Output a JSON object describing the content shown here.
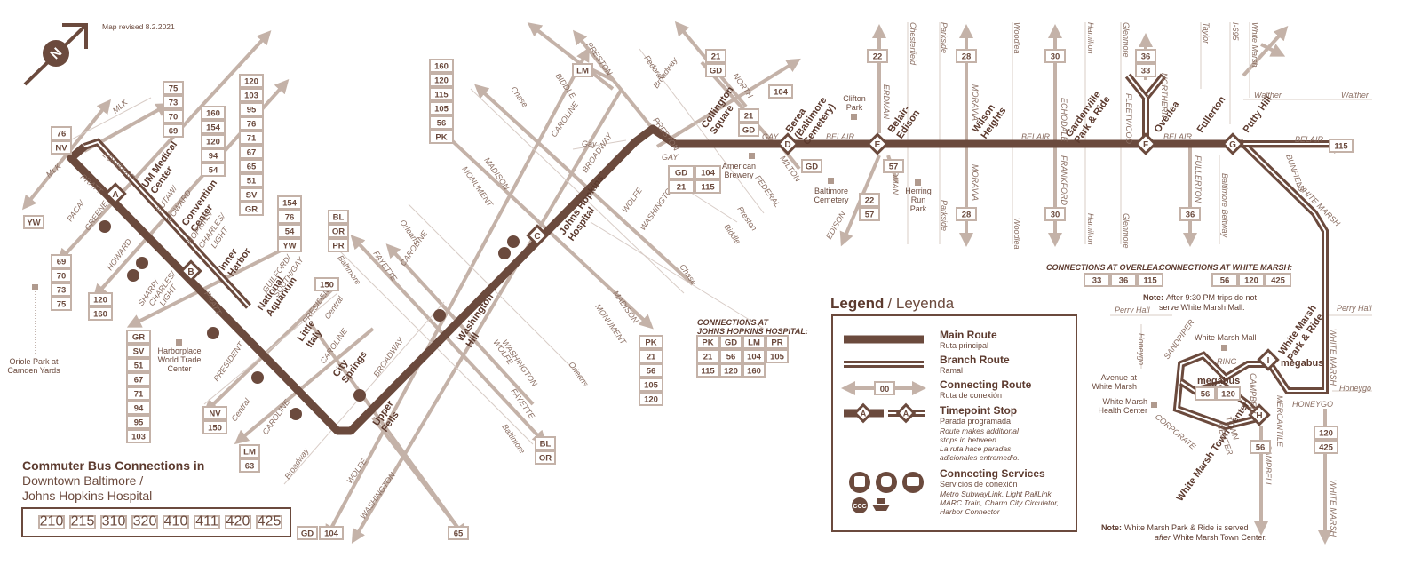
{
  "map_revised": "Map revised 8.2.2021",
  "title": "Commuter Bus Connections in",
  "subtitle_1": "Downtown Baltimore /",
  "subtitle_2": "Johns Hopkins Hospital",
  "routes": [
    "210",
    "215",
    "310",
    "320",
    "410",
    "411",
    "420",
    "425"
  ],
  "legend": {
    "heading": "Legend",
    "heading_es": "/ Leyenda",
    "main_route": "Main Route",
    "main_route_es": "Ruta principal",
    "branch_route": "Branch Route",
    "branch_route_es": "Ramal",
    "connecting_route": "Connecting Route",
    "connecting_route_es": "Ruta de conexión",
    "connecting_route_box": "00",
    "timepoint_stop": "Timepoint Stop",
    "timepoint_stop_es": "Parada programada",
    "timepoint_note_1": "Route makes additional",
    "timepoint_note_2": "stops in between.",
    "timepoint_note_3": "La ruta hace paradas",
    "timepoint_note_4": "adicionales entremedio.",
    "timepoint_letter": "A",
    "connecting_services": "Connecting Services",
    "connecting_services_es": "Servicios de conexión",
    "services_1": "Metro SubwayLink, Light RailLink,",
    "services_2": "MARC Train, Charm City Circulator,",
    "services_3": "Harbor Connector",
    "ccc": "CCC"
  },
  "timepoints": [
    {
      "letter": "A",
      "name_1": "UM Medical",
      "name_2": "Center"
    },
    {
      "letter": "B",
      "name_1": "Convention",
      "name_2": "Center"
    },
    {
      "letter": "C",
      "name_1": "Johns Hopkins",
      "name_2": "Hospital"
    },
    {
      "letter": "D",
      "name_1": "Berea",
      "name_2": "(Baltimore",
      "name_3": "Cemetery)"
    },
    {
      "letter": "E",
      "name_1": "Belair-",
      "name_2": "Edison"
    },
    {
      "letter": "F",
      "name_1": "Overlea"
    },
    {
      "letter": "G",
      "name_1": "Putty Hill"
    },
    {
      "letter": "H",
      "name_1": "White Marsh Town Center"
    },
    {
      "letter": "I",
      "name_1": "White Marsh",
      "name_2": "Park & Ride"
    }
  ],
  "stops": {
    "inner_harbor_1": "Inner",
    "inner_harbor_2": "Harbor",
    "national_aquarium_1": "National",
    "national_aquarium_2": "Aquarium",
    "little_italy_1": "Little",
    "little_italy_2": "Italy",
    "city_springs_1": "City",
    "city_springs_2": "Springs",
    "upper_fells_1": "Upper",
    "upper_fells_2": "Fells",
    "washington_hill_1": "Washington",
    "washington_hill_2": "Hill",
    "collington_1": "Collington",
    "collington_2": "Square",
    "wilson_1": "Wilson",
    "wilson_2": "Heights",
    "gardenville_1": "Gardenville",
    "gardenville_2": "Park & Ride",
    "fullerton": "Fullerton",
    "megabus": "megabus"
  },
  "landmarks": {
    "oriole_1": "Oriole Park at",
    "oriole_2": "Camden Yards",
    "harborplace_1": "Harborplace",
    "harborplace_2": "World Trade",
    "harborplace_3": "Center",
    "american_brewery_1": "American",
    "american_brewery_2": "Brewery",
    "baltimore_cemetery_1": "Baltimore",
    "baltimore_cemetery_2": "Cemetery",
    "clifton_1": "Clifton",
    "clifton_2": "Park",
    "herring_1": "Herring",
    "herring_2": "Run",
    "herring_3": "Park",
    "wm_mall": "White Marsh Mall",
    "avenue_1": "Avenue at",
    "avenue_2": "White Marsh",
    "health_1": "White Marsh",
    "health_2": "Health Center"
  },
  "streets": {
    "mlk": "MLK",
    "lombard": "LOMBARD",
    "pratt": "PRATT",
    "paca": "PACA/",
    "greene": "GREENE",
    "eutaw": "EUTAW/",
    "howard": "HOWARD",
    "hopkins": "HOPKINS/",
    "charles": "CHARLES/",
    "light": "LIGHT",
    "guilford": "GUILFORD/",
    "south_gay": "SOUTH/GAY",
    "sharp": "SHARP/",
    "president": "PRESIDENT",
    "central": "Central",
    "caroline": "CAROLINE",
    "broadway": "BROADWAY",
    "broadway_i": "Broadway",
    "fayette": "FAYETTE",
    "baltimore": "Baltimore",
    "orleans": "Orleans",
    "wolfe": "WOLFE",
    "washington": "WASHINGTON",
    "madison": "MADISON",
    "monument": "MONUMENT",
    "chase": "Chase",
    "biddle": "BIDDLE",
    "preston": "PRESTON",
    "federal": "Federal",
    "north": "NORTH",
    "gay": "GAY",
    "gay_i": "Gay",
    "milton": "MILTON",
    "federal_caps": "FEDERAL",
    "belair": "BELAIR",
    "erdman": "ERDMAN",
    "edison": "EDISON",
    "moravia": "MORAVIA",
    "echodale": "ECHODALE",
    "frankford": "FRANKFORD",
    "fleetwood": "FLEETWOOD",
    "northern": "NORTHERN",
    "fullerton": "FULLERTON",
    "bunfield": "BUNFIELD",
    "white_marsh": "WHITE MARSH",
    "chesterfield": "Chesterfield",
    "parkside": "Parkside",
    "woodlea": "Woodlea",
    "hamilton": "Hamilton",
    "glenmore": "Glenmore",
    "taylor": "Taylor",
    "i695": "I-695",
    "white_marsh_i": "White Marsh",
    "walther": "Walther",
    "baltimore_beltway": "Baltimore Beltway",
    "perry_hall": "Perry Hall",
    "honeygo": "Honeygo",
    "honeygo_caps": "HONEYGO",
    "sandpiper": "SANDPIPER",
    "ring": "RING",
    "campbell": "CAMPBELL",
    "corporate": "CORPORATE",
    "town_center": "TOWN",
    "town_center_2": "CENTER",
    "mercantile": "MERCANTILE",
    "preston_i": "Preston",
    "biddle_i": "Biddle",
    "madison_i": "Madison"
  },
  "connections": {
    "overlea_title": "CONNECTIONS AT OVERLEA:",
    "overlea": [
      "33",
      "36",
      "115"
    ],
    "white_marsh_title": "CONNECTIONS AT WHITE MARSH:",
    "white_marsh": [
      "56",
      "120",
      "425"
    ],
    "jhh_title_1": "CONNECTIONS AT",
    "jhh_title_2": "JOHNS HOPKINS HOSPITAL:",
    "jhh": [
      "PK",
      "GD",
      "LM",
      "PR",
      "21",
      "56",
      "104",
      "105",
      "115",
      "120",
      "160"
    ]
  },
  "notes": {
    "note1_b": "Note:",
    "note1_1": "After 9:30 PM trips do not",
    "note1_2": "serve White Marsh Mall.",
    "note2_b": "Note:",
    "note2_1": "White Marsh Park & Ride is served",
    "note2_2a": "after",
    "note2_2b": "White Marsh Town Center."
  },
  "route_boxes": {
    "mlk_stack": [
      "76",
      "NV"
    ],
    "yw": "YW",
    "um_stack": [
      "75",
      "73",
      "70",
      "69"
    ],
    "conv_stack": [
      "160",
      "154",
      "120",
      "94",
      "54"
    ],
    "harbor_stack": [
      "120",
      "103",
      "95",
      "76",
      "71",
      "67",
      "65",
      "51",
      "SV",
      "GR"
    ],
    "aquarium_stack": [
      "154",
      "76",
      "54",
      "YW"
    ],
    "paca_stack": [
      "69",
      "70",
      "73",
      "75"
    ],
    "howard_stack": [
      "120",
      "160"
    ],
    "sharp_stack": [
      "GR",
      "SV",
      "51",
      "67",
      "71",
      "94",
      "95",
      "103"
    ],
    "president_stack": [
      "NV",
      "150"
    ],
    "little_italy": "150",
    "lm63": [
      "LM",
      "63"
    ],
    "central_stack": [
      "BL",
      "OR",
      "PR"
    ],
    "jhh_stack": [
      "160",
      "120",
      "115",
      "105",
      "56",
      "PK"
    ],
    "lm": "LM",
    "bottom_gd": "GD",
    "bottom_104": "104",
    "bottom_65": "65",
    "blor": [
      "BL",
      "OR"
    ],
    "pk_stack": [
      "PK",
      "21",
      "56",
      "105",
      "120"
    ],
    "north_stack": [
      "21",
      "GD"
    ],
    "b104": "104",
    "collington_stack": [
      "21",
      "GD"
    ],
    "gd104": [
      "GD",
      "104"
    ],
    "b21_115": [
      "21",
      "115"
    ],
    "gd_d": "GD",
    "b22": "22",
    "b57": "57",
    "b22b": "22",
    "b57b": "57",
    "b28": "28",
    "b28b": "28",
    "b30": "30",
    "b30b": "30",
    "b36": "36",
    "b33": "33",
    "b36b": "36",
    "b115": "115",
    "b120": "120",
    "b425": "425",
    "b56": "56",
    "mall_56": "56",
    "mall_120": "120"
  }
}
